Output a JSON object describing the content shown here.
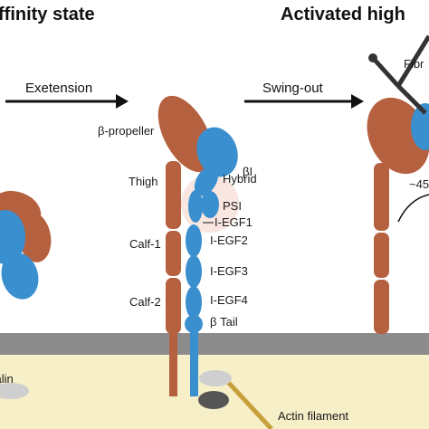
{
  "headings": {
    "left": "ffinity state",
    "right": "Activated high"
  },
  "arrows": {
    "extension": "Exetension",
    "swing_out": "Swing-out"
  },
  "labels": {
    "beta_propeller": "β-propeller",
    "beta_i": "βI",
    "thigh": "Thigh",
    "hybrid": "Hybrid",
    "psi": "PSI",
    "i_egf1": "I-EGF1",
    "calf1": "Calf-1",
    "i_egf2": "I-EGF2",
    "i_egf3": "I-EGF3",
    "calf2": "Calf-2",
    "i_egf4": "I-EGF4",
    "beta_tail": "β Tail",
    "talin": "Talin",
    "actin": "Actin filament",
    "fibrinogen": "Fibr",
    "angle": "~45"
  },
  "colors": {
    "alpha_subunit": "#b5603f",
    "beta_subunit": "#3a8fcf",
    "membrane": "#8c8c8c",
    "cytoplasm": "#f7efc8",
    "actin": "#c8a03a",
    "talin": "#cfcfcf"
  }
}
